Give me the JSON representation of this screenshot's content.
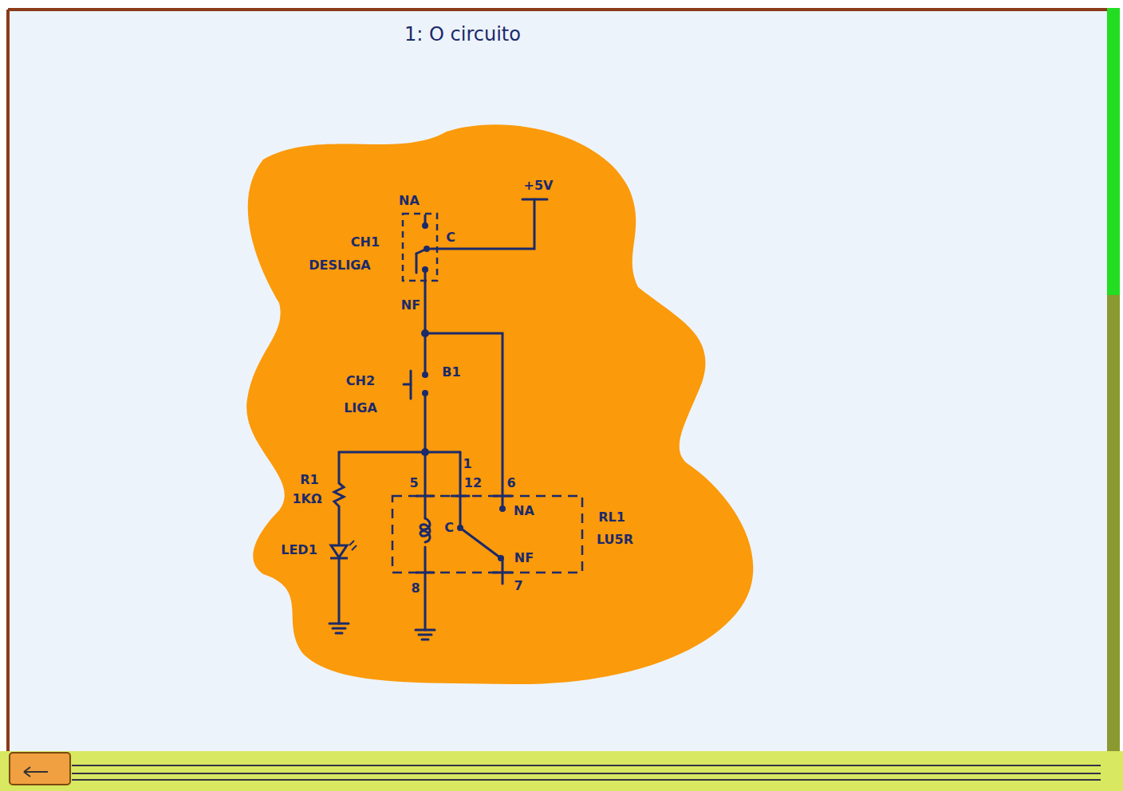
{
  "diagram": {
    "title": "1: O circuito",
    "labels": [
      "NA",
      "C",
      "CH1",
      "DESLIGA",
      "NF",
      "+5V",
      "CH2",
      "LIGA",
      "B1",
      "R1",
      "1KΩ",
      "LED1",
      "5",
      "1",
      "12",
      "6",
      "NA",
      "C",
      "NF",
      "RL1",
      "LU5R",
      "8",
      "7"
    ]
  }
}
